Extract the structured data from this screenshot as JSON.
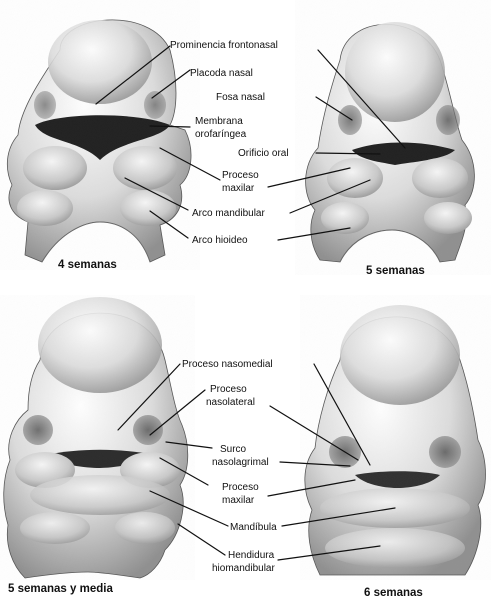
{
  "stages": {
    "week4": "4 semanas",
    "week5": "5 semanas",
    "week5_5": "5 semanas y media",
    "week6": "6 semanas"
  },
  "labels": {
    "prominencia_frontonasal": "Prominencia frontonasal",
    "placoda_nasal": "Placoda nasal",
    "fosa_nasal": "Fosa nasal",
    "membrana_line1": "Membrana",
    "membrana_line2": "orofaríngea",
    "orificio_oral": "Orificio oral",
    "proceso_maxilar_top_line1": "Proceso",
    "proceso_maxilar_top_line2": "maxilar",
    "arco_mandibular": "Arco mandibular",
    "arco_hioideo": "Arco hioideo",
    "proceso_nasomedial": "Proceso nasomedial",
    "proceso_nasolateral_line1": "Proceso",
    "proceso_nasolateral_line2": "nasolateral",
    "surco_line1": "Surco",
    "surco_line2": "nasolagrimal",
    "proceso_maxilar_bottom_line1": "Proceso",
    "proceso_maxilar_bottom_line2": "maxilar",
    "mandibula": "Mandíbula",
    "hendidura_line1": "Hendidura",
    "hendidura_line2": "hiomandibular"
  }
}
